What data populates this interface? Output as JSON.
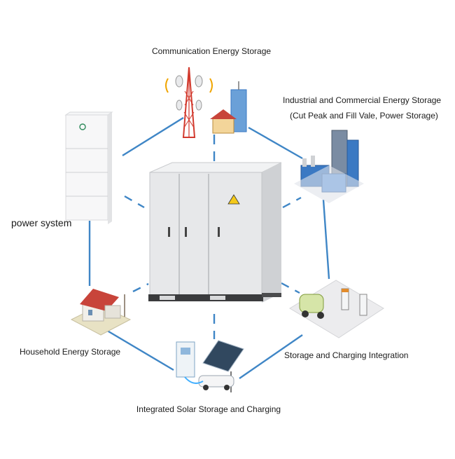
{
  "labels": {
    "communication": "Communication Energy Storage",
    "industrial_line1": "Industrial and Commercial Energy Storage",
    "industrial_line2": "(Cut Peak and Fill Vale, Power Storage)",
    "power_system": "power system",
    "household": "Household Energy Storage",
    "storage_charging": "Storage and Charging Integration",
    "solar_charging": "Integrated Solar Storage and Charging"
  },
  "colors": {
    "connector": "#3f86c6",
    "cabinet_body": "#e7e8ea",
    "cabinet_shadow": "#c9cbce",
    "roof_red": "#c8443a",
    "building_blue": "#3b79c3",
    "tower_red": "#d23a2e",
    "warning_yellow": "#f4c91a"
  }
}
